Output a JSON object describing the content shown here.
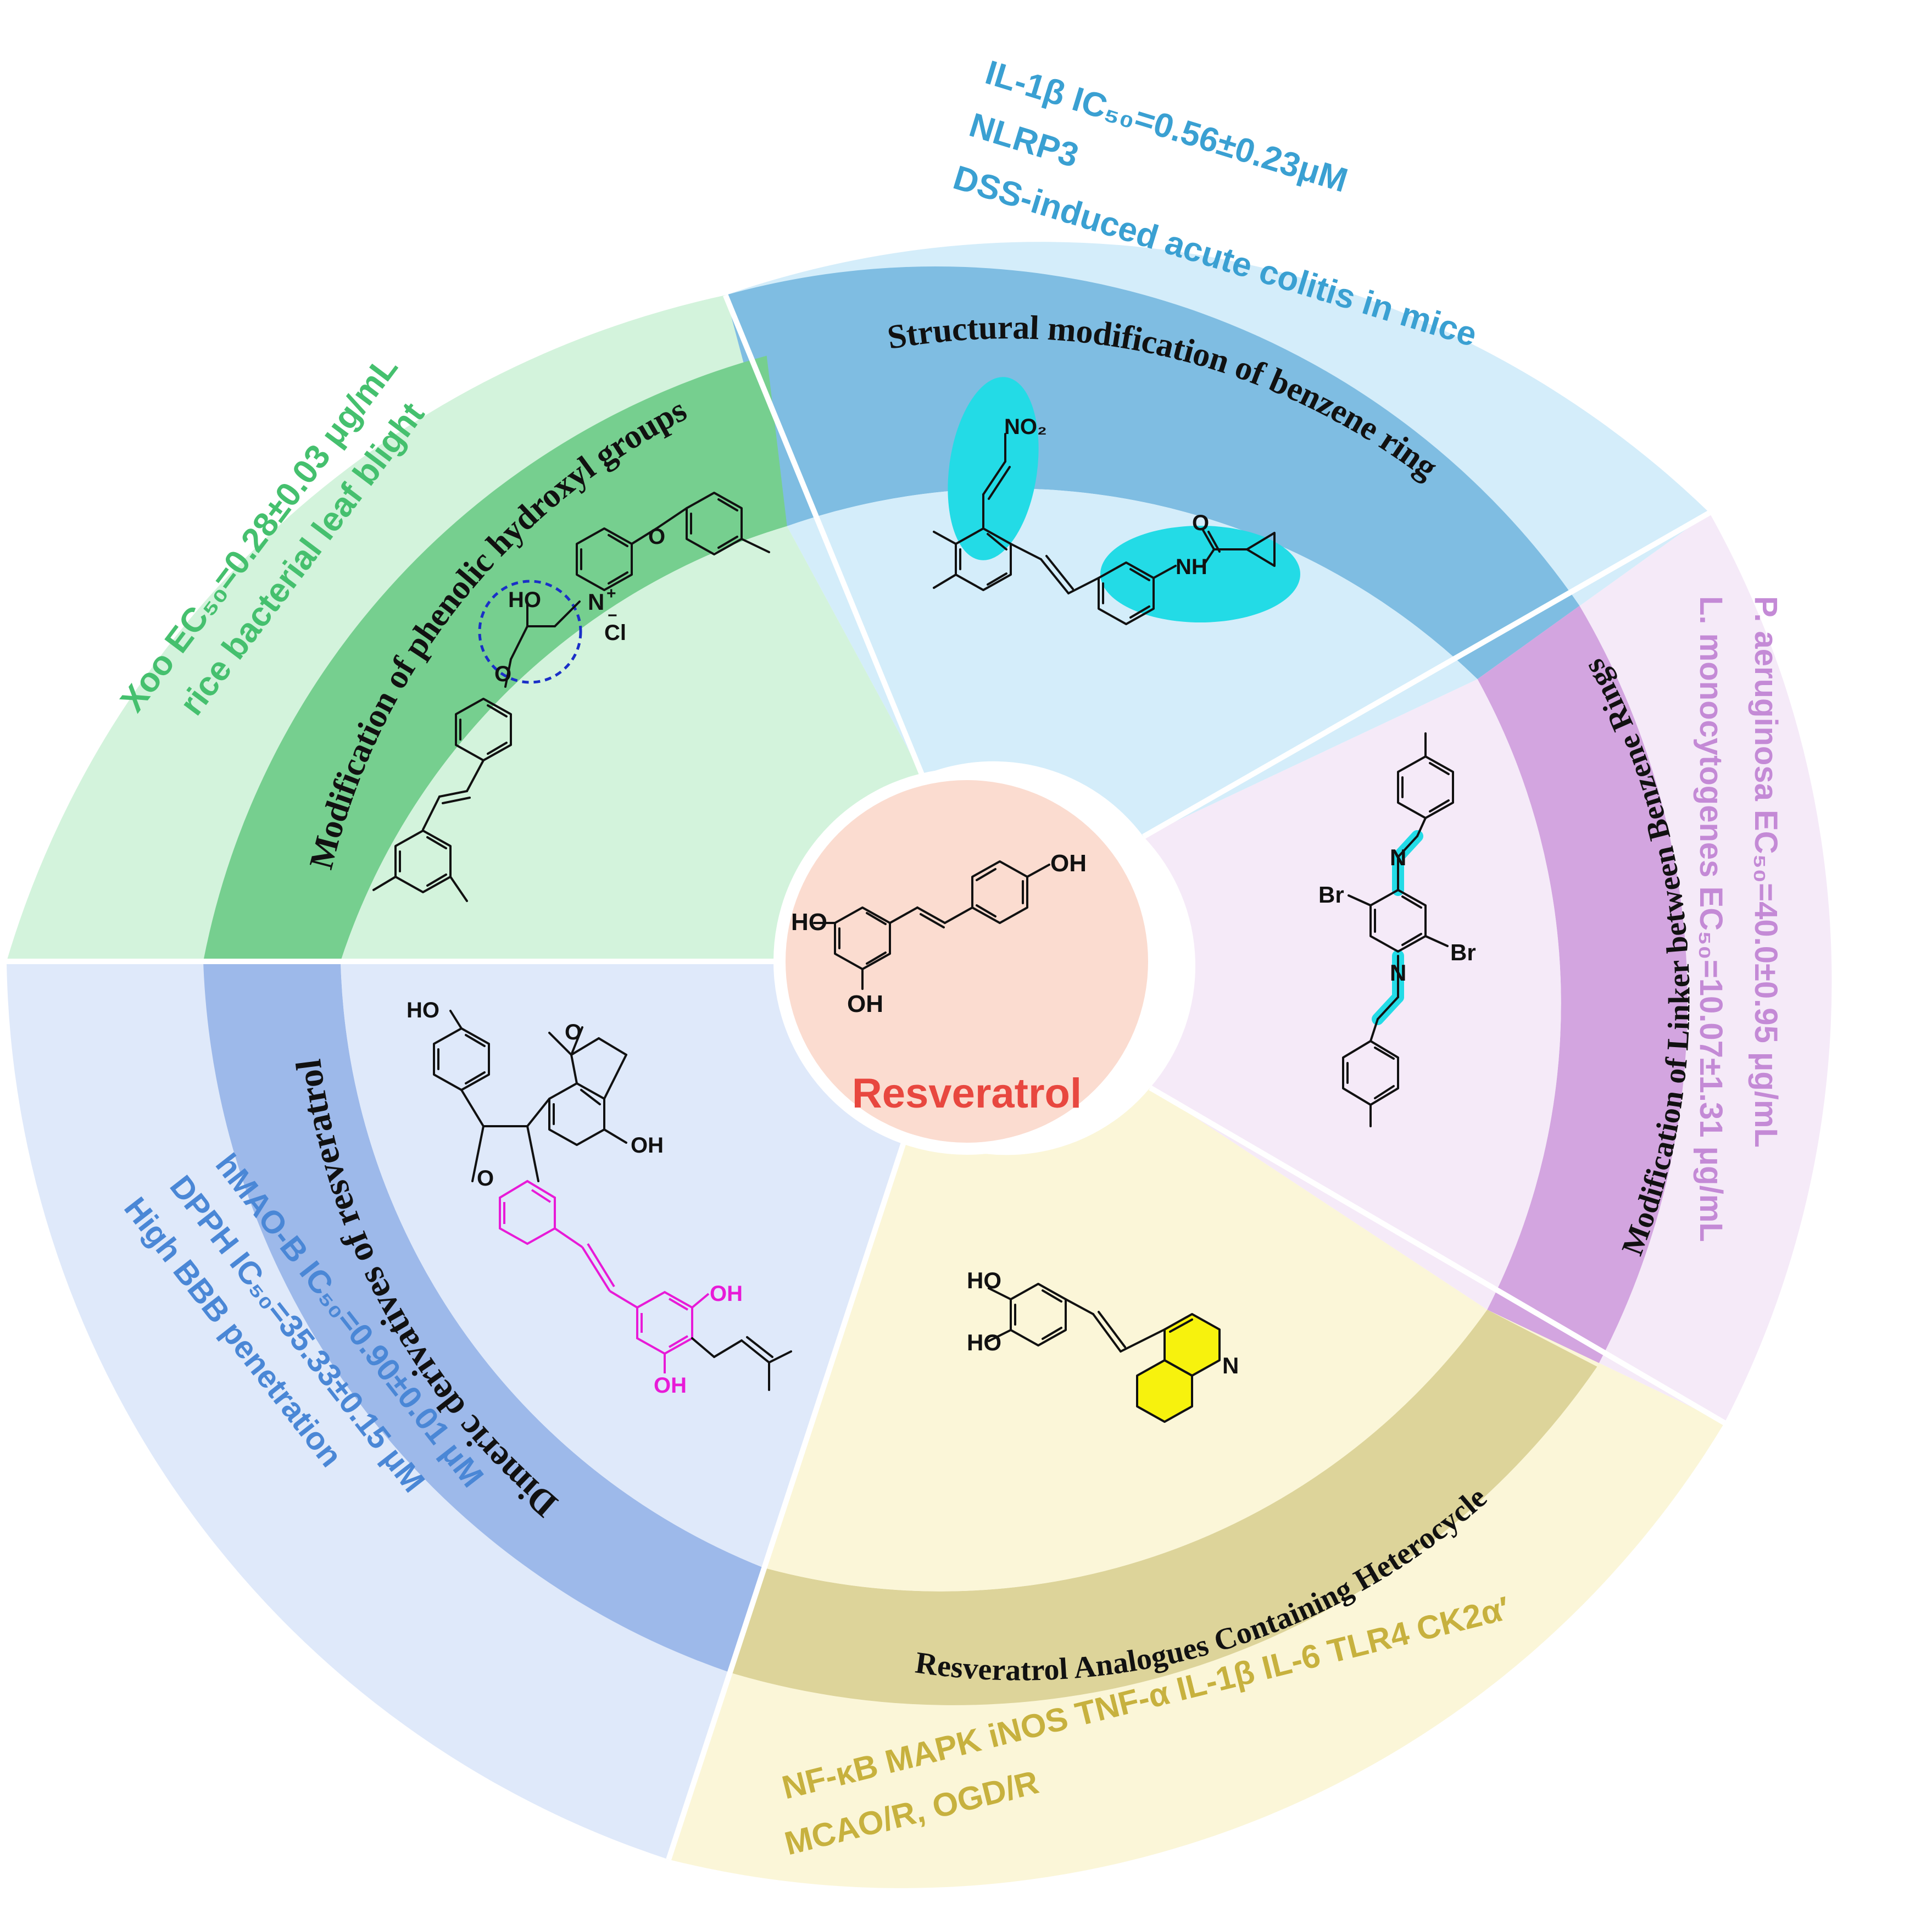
{
  "center": {
    "title": "Resveratrol",
    "title_color": "#e8473f",
    "fill": "#fbdcd0",
    "atoms": [
      "HO",
      "OH",
      "OH"
    ]
  },
  "sectors": [
    {
      "id": "benzene",
      "band_label": "Structural modification of benzene ring",
      "colors": {
        "outer": "#d4edfa",
        "band": "#7fbde2",
        "inner": "#d4edfa",
        "text": "#3aa0d2"
      },
      "outer_lines": [
        "IL-1β IC₅₀=0.56±0.23μM",
        "NLRP3",
        "DSS-induced acute colitis in mice"
      ],
      "atoms": [
        "NO₂",
        "O",
        "NH"
      ],
      "highlight_color": "#23dbe6"
    },
    {
      "id": "linker",
      "band_label": "Modification of Linker between Benzene Rings",
      "colors": {
        "outer": "#f5eaf8",
        "band": "#d3a5e0",
        "inner": "#f5eaf8",
        "text": "#c48ad6"
      },
      "outer_lines": [
        "L. monocytogenes  EC₅₀=10.07±1.31 μg/mL",
        "P. aeruginosa  EC₅₀=40.0±0.95 μg/mL"
      ],
      "atoms": [
        "Br",
        "Br",
        "N",
        "N"
      ],
      "highlight_color": "#23dbe6"
    },
    {
      "id": "heterocycle",
      "band_label": "Resveratrol Analogues Containing Heterocycle",
      "colors": {
        "outer": "#fbf6d8",
        "band": "#ddd49a",
        "inner": "#fbf6d8",
        "text": "#c7b13e"
      },
      "outer_lines": [
        "NF-κB  MAPK  iNOS  TNF-α  IL-1β  IL-6  TLR4  CK2α′",
        "MCAO/R, OGD/R"
      ],
      "atoms": [
        "HO",
        "HO",
        "N"
      ],
      "highlight_color": "#f7f20d"
    },
    {
      "id": "dimeric",
      "band_label": "Dimeric derivatives of resveratrol",
      "colors": {
        "outer": "#dfe9fa",
        "band": "#9db9ea",
        "inner": "#dfe9fa",
        "text": "#4a87d6"
      },
      "outer_lines": [
        "hMAO-B  IC₅₀=0.90±0.01 μM",
        "DPPH   IC₅₀=35.33±0.15 μM",
        "High BBB penetration"
      ],
      "atoms": [
        "HO",
        "OH",
        "OH",
        "OH",
        "O",
        "O"
      ],
      "highlight_color": "#e81ad7"
    },
    {
      "id": "phenolic",
      "band_label": "Modification of phenolic hydroxyl groups",
      "colors": {
        "outer": "#d3f3dc",
        "band": "#76cf8f",
        "inner": "#d3f3dc",
        "text": "#45c06e"
      },
      "outer_lines": [
        "Xoo EC₅₀=0.28±0.03 μg/mL",
        "rice bacterial leaf blight"
      ],
      "atoms": [
        "HO",
        "N",
        "+",
        "Cl",
        "−",
        "O",
        "O"
      ],
      "highlight_color": "#1a2fc7"
    }
  ]
}
